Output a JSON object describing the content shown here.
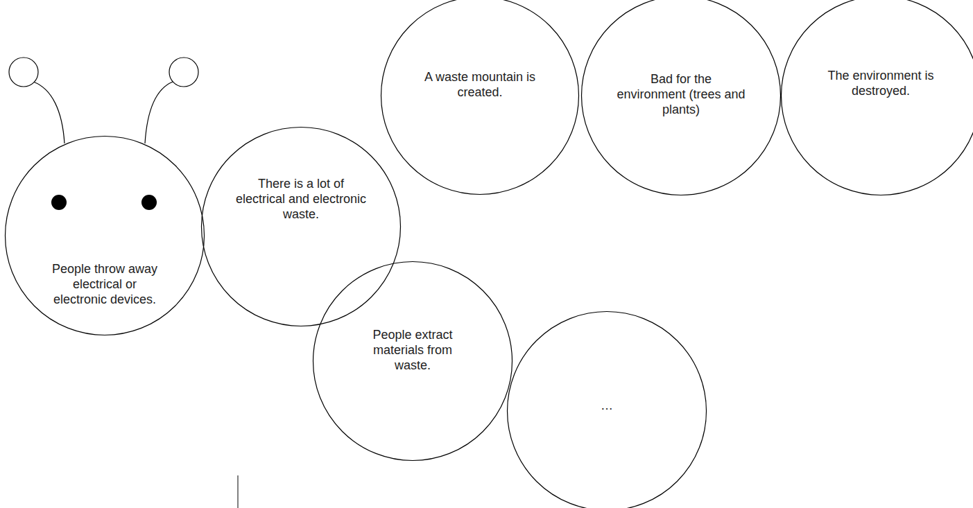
{
  "diagram": {
    "nodes": [
      {
        "text": [
          "People throw away electrical or electronic devices."
        ]
      },
      {
        "text": [
          "There is a lot of electrical and electronic waste."
        ]
      },
      {
        "text": [
          "A waste mountain is created."
        ]
      },
      {
        "text": [
          "Bad for the environment (trees and plants)"
        ]
      },
      {
        "text": [
          "The environment is destroyed."
        ]
      },
      {
        "text": [
          "People extract materials from waste."
        ]
      },
      {
        "text": [
          "…"
        ]
      }
    ]
  }
}
